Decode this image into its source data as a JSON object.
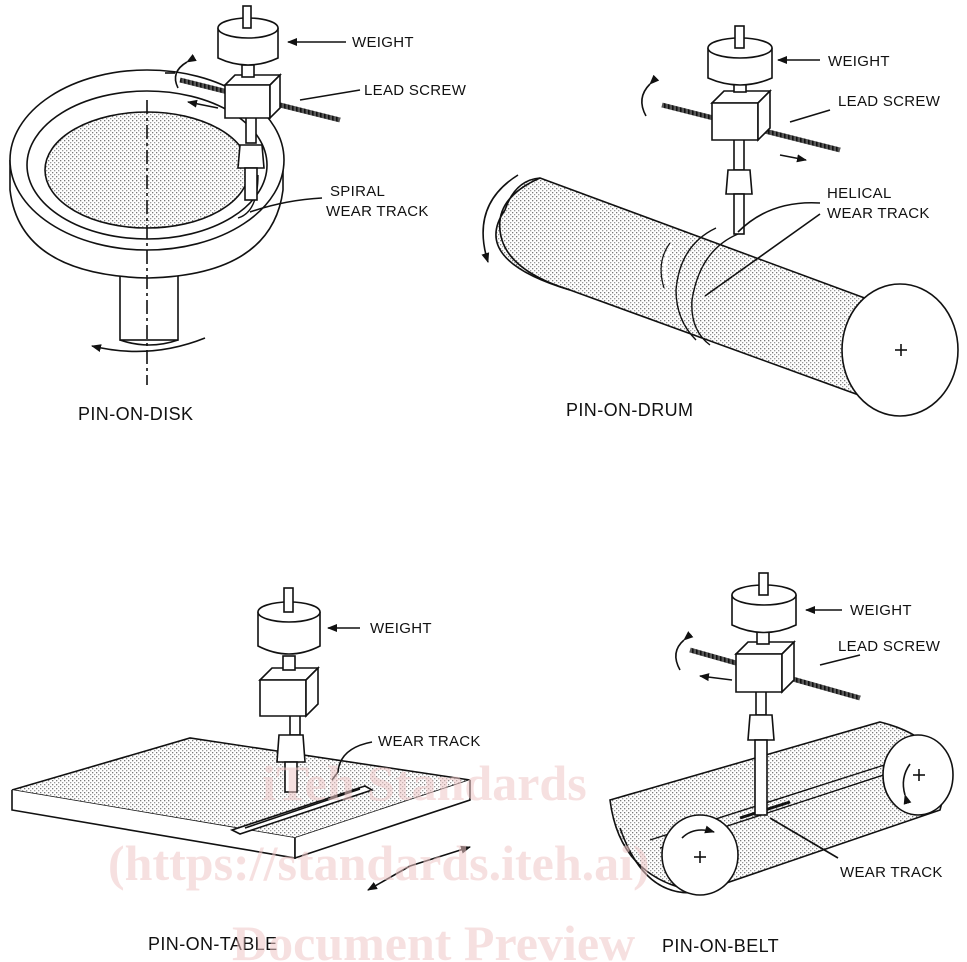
{
  "panels": {
    "disk": {
      "caption": "PIN-ON-DISK",
      "weight": "WEIGHT",
      "lead_screw": "LEAD SCREW",
      "track_1": "SPIRAL",
      "track_2": "WEAR TRACK"
    },
    "drum": {
      "caption": "PIN-ON-DRUM",
      "weight": "WEIGHT",
      "lead_screw": "LEAD SCREW",
      "track_1": "HELICAL",
      "track_2": "WEAR TRACK"
    },
    "table": {
      "caption": "PIN-ON-TABLE",
      "weight": "WEIGHT",
      "track": "WEAR TRACK"
    },
    "belt": {
      "caption": "PIN-ON-BELT",
      "weight": "WEIGHT",
      "lead_screw": "LEAD SCREW",
      "track": "WEAR TRACK"
    }
  },
  "watermark": {
    "line1": "iTeh Standards",
    "line2": "(https://standards.iteh.ai)",
    "line3": "Document Preview"
  }
}
